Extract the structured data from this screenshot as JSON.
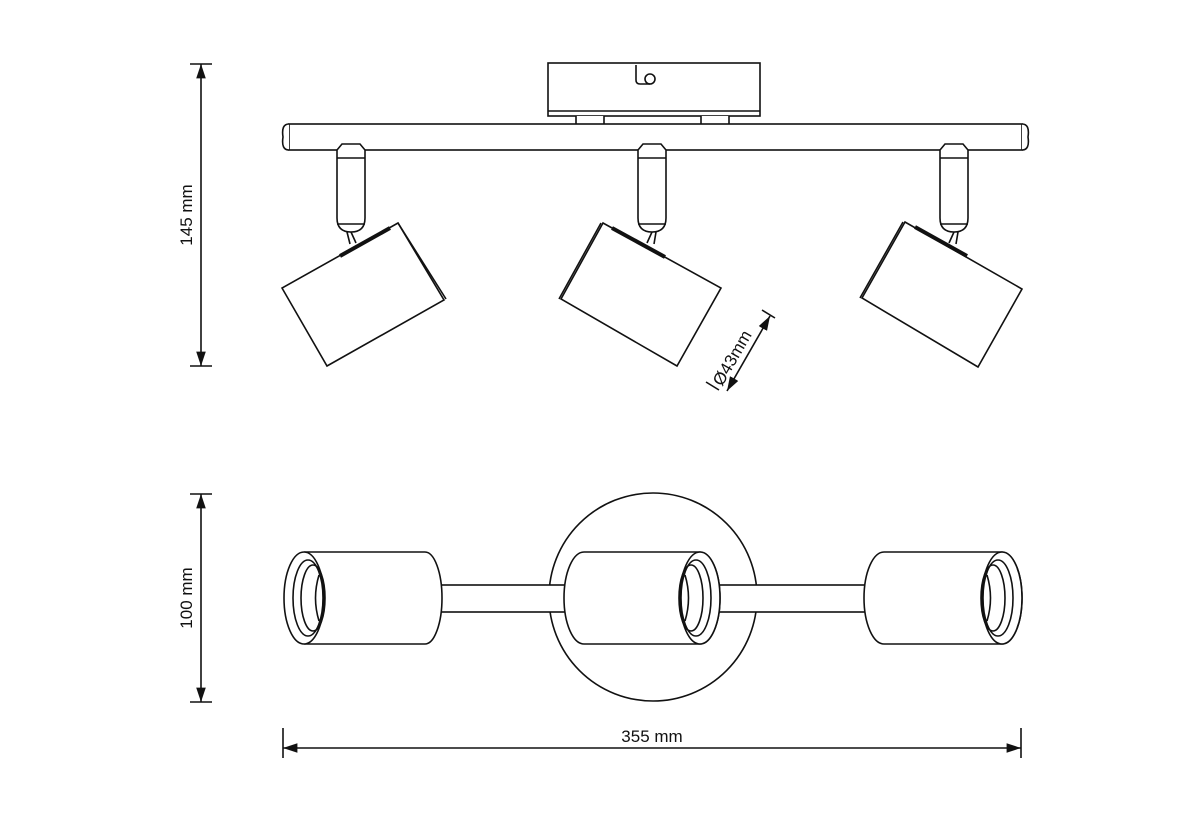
{
  "title": "Triple spotlight bar dimension drawing",
  "dimensions": {
    "height": "145 mm",
    "depth": "100 mm",
    "width": "355 mm",
    "shade_diameter": "Ø43mm"
  },
  "colors": {
    "line": "#111111",
    "background": "#ffffff"
  }
}
